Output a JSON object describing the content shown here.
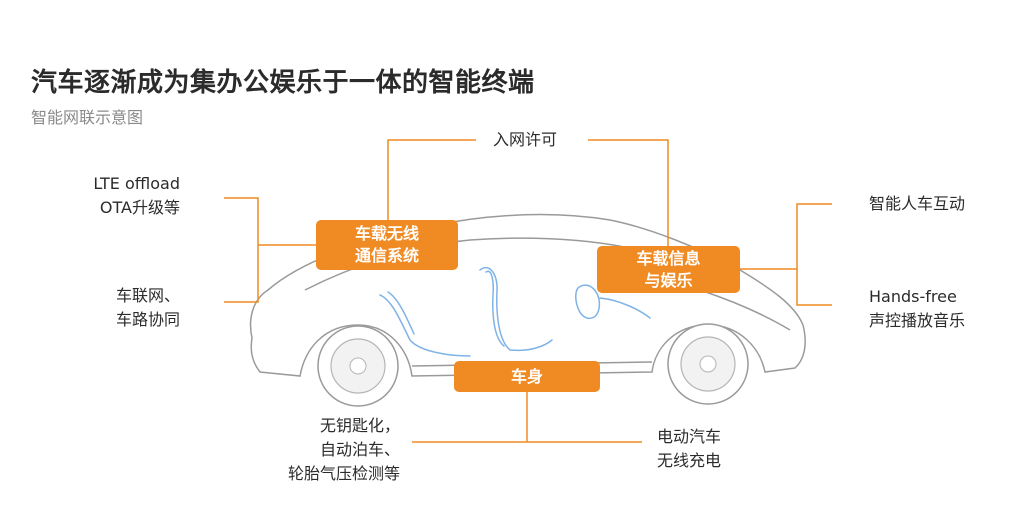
{
  "header": {
    "title": "汽车逐渐成为集办公娱乐于一体的智能终端",
    "subtitle": "智能网联示意图"
  },
  "colors": {
    "accent": "#f08a22",
    "car_outline": "#9a9a9a",
    "seat_outline": "#7fb3e6"
  },
  "boxes": {
    "comm": {
      "line1": "车载无线",
      "line2": "通信系统"
    },
    "info": {
      "line1": "车载信息",
      "line2": "与娱乐"
    },
    "body": {
      "line1": "车身"
    }
  },
  "labels": {
    "network_permit": "入网许可",
    "lte_1": "LTE offload",
    "lte_2": "OTA升级等",
    "v2x_1": "车联网、",
    "v2x_2": "车路协同",
    "hmi": "智能人车互动",
    "handsfree_1": "Hands-free",
    "handsfree_2": "声控播放音乐",
    "keyless_1": "无钥匙化，",
    "keyless_2": "自动泊车、",
    "keyless_3": "轮胎气压检测等",
    "ev_1": "电动汽车",
    "ev_2": "无线充电"
  }
}
